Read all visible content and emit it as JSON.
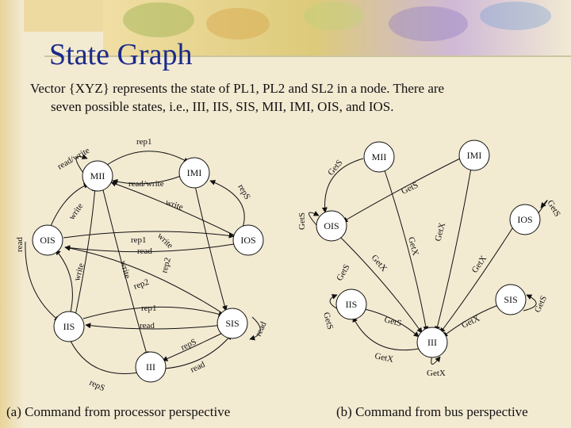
{
  "title": "State Graph",
  "description": {
    "line1": "Vector {XYZ} represents the state of PL1, PL2 and SL2 in a node. There are",
    "line2": "seven possible states, i.e., III, IIS, SIS, MII, IMI, OIS, and IOS."
  },
  "captions": {
    "a": "(a) Command from processor perspective",
    "b": "(b) Command from bus perspective"
  },
  "graph_a": {
    "nodes": [
      "MII",
      "IMI",
      "OIS",
      "IOS",
      "IIS",
      "SIS",
      "III"
    ],
    "edge_labels": [
      "rep1",
      "read/write",
      "read/write",
      "repS",
      "write",
      "write",
      "read",
      "rep1",
      "read",
      "write",
      "write",
      "rep2",
      "rep2",
      "write",
      "rep1",
      "read",
      "repS",
      "read",
      "read",
      "repS"
    ]
  },
  "graph_b": {
    "nodes": [
      "MII",
      "IMI",
      "OIS",
      "IOS",
      "IIS",
      "SIS",
      "III"
    ],
    "edge_labels": [
      "GetS",
      "GetS",
      "GetS",
      "GetX",
      "GetX",
      "GetX",
      "GetX",
      "GetS",
      "GetS",
      "GetS",
      "GetX",
      "GetS",
      "GetX",
      "GetS",
      "GetX"
    ]
  }
}
